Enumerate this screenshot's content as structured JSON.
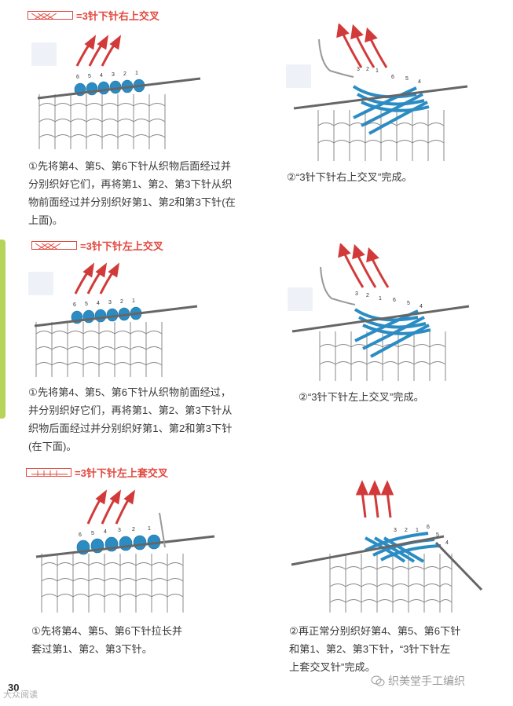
{
  "sections": [
    {
      "title": "=3针下针右上交叉",
      "step1_numbers": [
        "6",
        "5",
        "4",
        "3",
        "2",
        "1"
      ],
      "step2_numbers": [
        "3",
        "2",
        "1",
        "6",
        "5",
        "4"
      ],
      "caption1": [
        "①先将第4、第5、第6下针从织物后面经过并",
        "分别织好它们，再将第1、第2、第3下针从织",
        "物前面经过并分别织好第1、第2和第3下针(在",
        "上面)。"
      ],
      "caption2": "②“3针下针右上交叉”完成。"
    },
    {
      "title": "=3针下针左上交叉",
      "step1_numbers": [
        "6",
        "5",
        "4",
        "3",
        "2",
        "1"
      ],
      "step2_numbers": [
        "3",
        "2",
        "1",
        "6",
        "5",
        "4"
      ],
      "caption1": [
        "①先将第4、第5、第6下针从织物前面经过，",
        "并分别织好它们，再将第1、第2、第3下针从",
        "织物后面经过并分别织好第1、第2和第3下针",
        "(在下面)。"
      ],
      "caption2": "②“3针下针左上交叉”完成。"
    },
    {
      "title": "=3针下针左上套交叉",
      "step1_numbers": [
        "6",
        "5",
        "4",
        "3",
        "2",
        "1"
      ],
      "step2_numbers": [
        "3",
        "2",
        "1",
        "6",
        "5",
        "4"
      ],
      "caption1": [
        "①先将第4、第5、第6下针拉长并",
        "套过第1、第2、第3下针。"
      ],
      "caption2": [
        "②再正常分别织好第4、第5、第6下针",
        "和第1、第2、第3下针，“3针下针左",
        "上套交叉针”完成。"
      ]
    }
  ],
  "page_number": "30",
  "watermark_left": "大众阅读",
  "watermark_right": "织美堂手工编织",
  "colors": {
    "accent": "#e2483f",
    "stitch_blue": "#2b8cc4",
    "tab_green": "#b6d35a"
  }
}
